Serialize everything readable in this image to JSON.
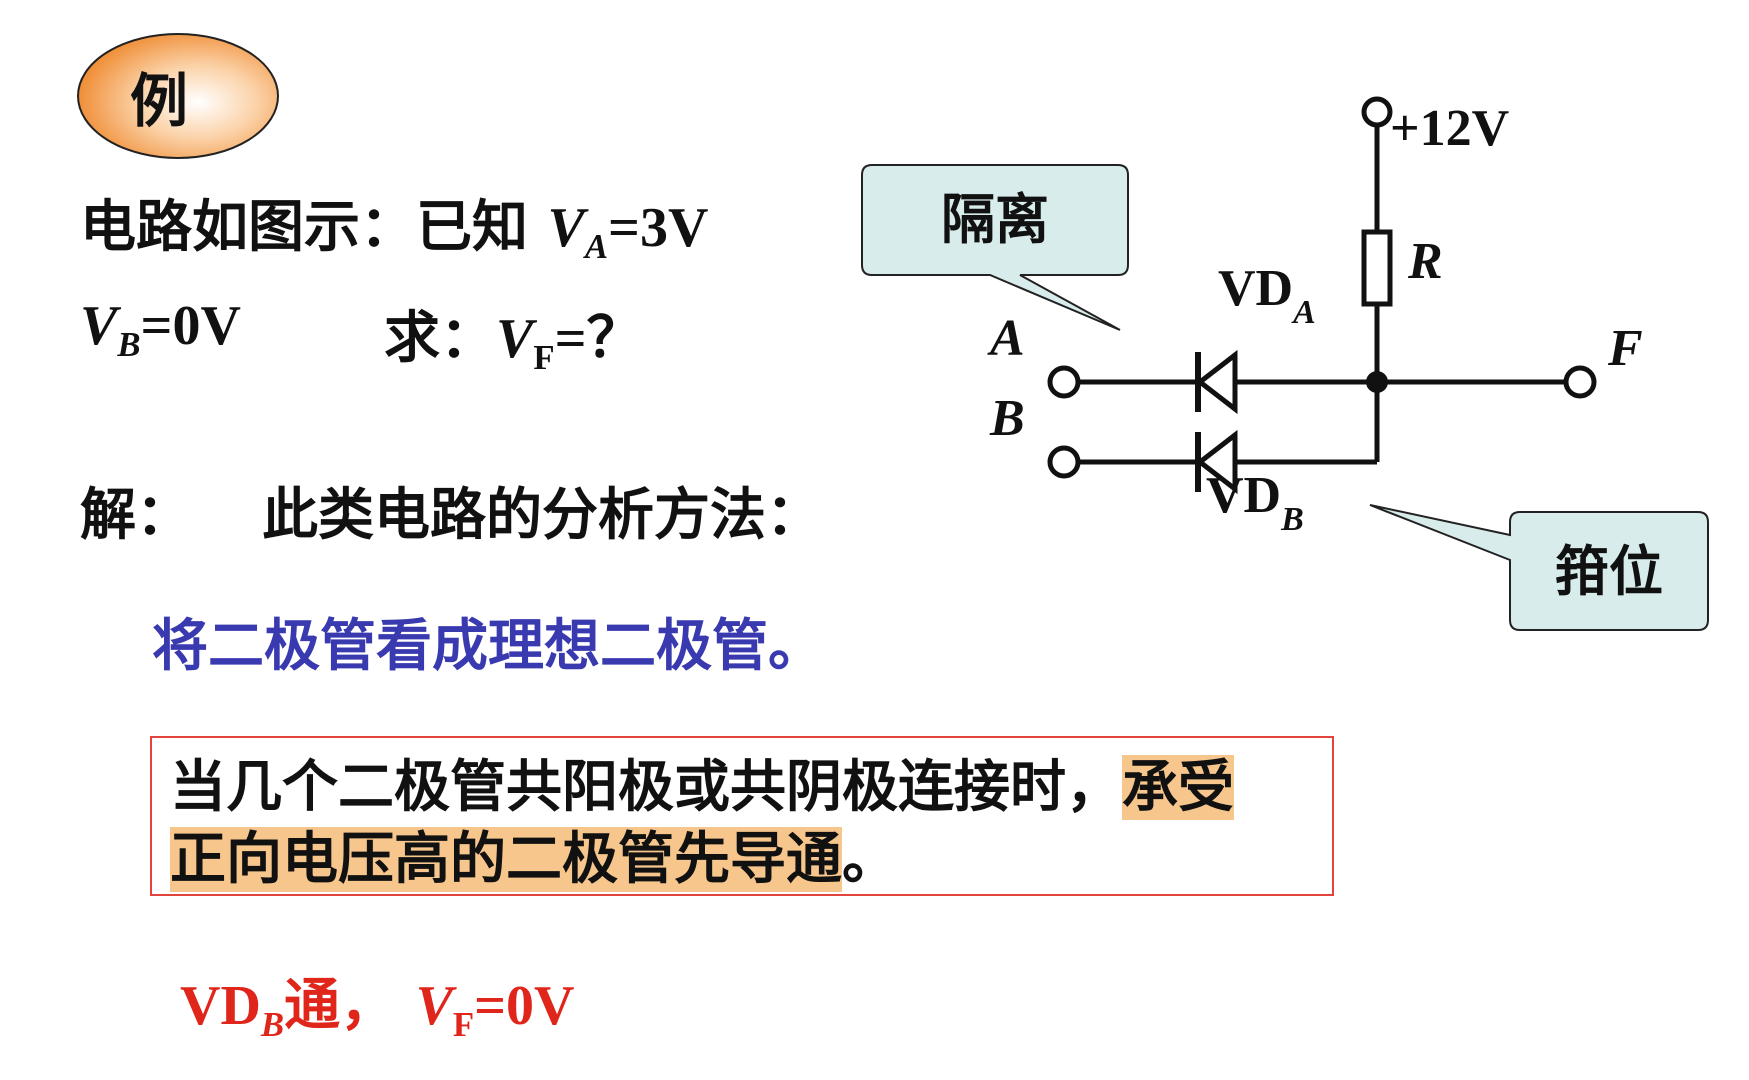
{
  "badge": {
    "label": "例"
  },
  "problem": {
    "given_prefix": "电路如图示：已知",
    "va_var": "V",
    "va_sub": "A",
    "va_value": "=3V",
    "vb_var": "V",
    "vb_sub": "B",
    "vb_value": "=0V",
    "ask_prefix": "求：",
    "vf_var": "V",
    "vf_sub": "F",
    "vf_value": "=？"
  },
  "solution": {
    "label": "解：",
    "method": "此类电路的分析方法：",
    "ideal": "将二极管看成理想二极管。",
    "rule_plain": "当几个二极管共阳极或共阴极连接时，",
    "rule_highlight_1": "承受",
    "rule_highlight_2": "正向电压高的二极管先导通",
    "rule_end": "。",
    "answer_vd": "VD",
    "answer_vd_sub": "B",
    "answer_mid": "通，",
    "answer_var": "V",
    "answer_var_sub": "F",
    "answer_value": "=0V"
  },
  "circuit": {
    "supply": "+12V",
    "resistor": "R",
    "node_a": "A",
    "node_b": "B",
    "node_f": "F",
    "diode_a": "VD",
    "diode_a_sub": "A",
    "diode_b": "VD",
    "diode_b_sub": "B",
    "callout_isolation": "隔离",
    "callout_clamp": "箝位"
  },
  "colors": {
    "blue_text": "#3a3ab0",
    "red_text": "#e0251b",
    "box_border": "#e0443c",
    "highlight": "#f6c68c",
    "badge_fill": "#f08a2c",
    "callout_fill": "#d8ecec"
  }
}
